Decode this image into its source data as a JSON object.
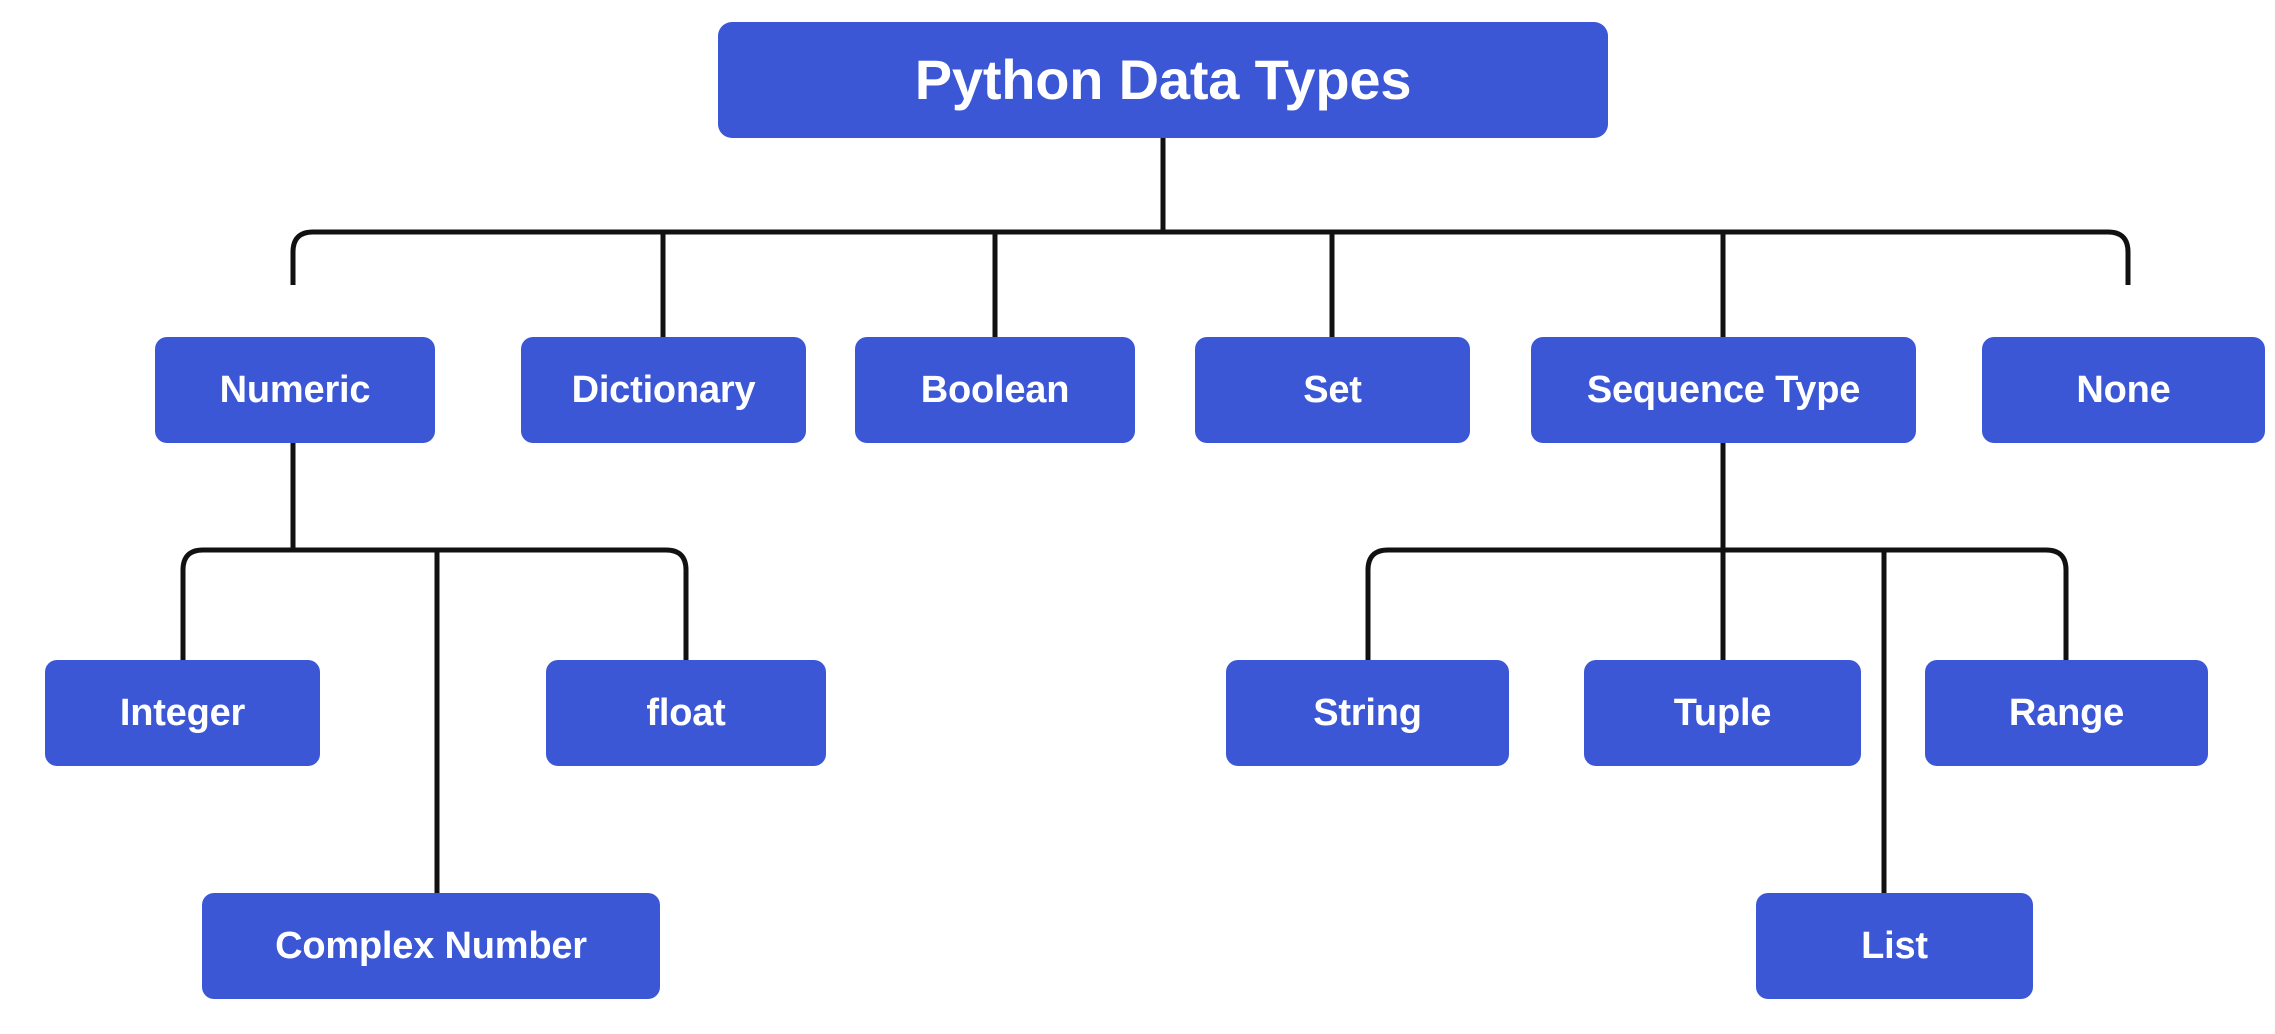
{
  "diagram": {
    "title": "Python Data Types",
    "type": "tree-hierarchy",
    "background_color": "#ffffff",
    "node_color": "#3B57D6",
    "node_text_color": "#ffffff",
    "connector_color": "#111111"
  },
  "nodes": {
    "root": {
      "label": "Python Data Types"
    },
    "numeric": {
      "label": "Numeric"
    },
    "dictionary": {
      "label": "Dictionary"
    },
    "boolean": {
      "label": "Boolean"
    },
    "set": {
      "label": "Set"
    },
    "sequence_type": {
      "label": "Sequence Type"
    },
    "none": {
      "label": "None"
    },
    "integer": {
      "label": "Integer"
    },
    "float": {
      "label": "float"
    },
    "complex_number": {
      "label": "Complex Number"
    },
    "string": {
      "label": "String"
    },
    "tuple": {
      "label": "Tuple"
    },
    "range": {
      "label": "Range"
    },
    "list": {
      "label": "List"
    }
  },
  "hierarchy": {
    "Python Data Types": [
      "Numeric",
      "Dictionary",
      "Boolean",
      "Set",
      "Sequence Type",
      "None"
    ],
    "Numeric": [
      "Integer",
      "float",
      "Complex Number"
    ],
    "Sequence Type": [
      "String",
      "Tuple",
      "Range",
      "List"
    ]
  }
}
